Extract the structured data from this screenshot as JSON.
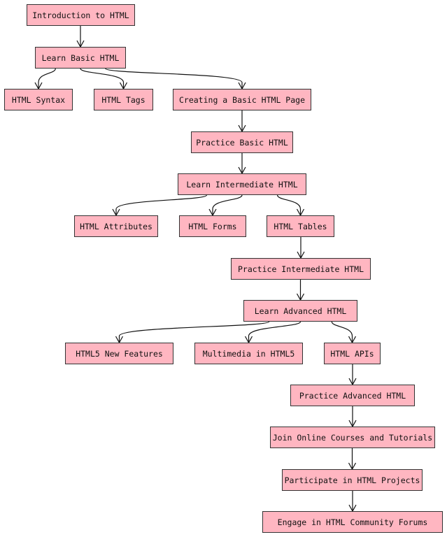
{
  "colors": {
    "node_fill": "#ffb6c1",
    "node_border": "#333333",
    "edge": "#111111",
    "text": "#111111"
  },
  "nodes": [
    {
      "id": "n1",
      "label": "Introduction to HTML"
    },
    {
      "id": "n2",
      "label": "Learn Basic HTML"
    },
    {
      "id": "n3",
      "label": "HTML Syntax"
    },
    {
      "id": "n4",
      "label": "HTML Tags"
    },
    {
      "id": "n5",
      "label": "Creating a Basic HTML Page"
    },
    {
      "id": "n6",
      "label": "Practice Basic HTML"
    },
    {
      "id": "n7",
      "label": "Learn Intermediate HTML"
    },
    {
      "id": "n8",
      "label": "HTML Attributes"
    },
    {
      "id": "n9",
      "label": "HTML Forms"
    },
    {
      "id": "n10",
      "label": "HTML Tables"
    },
    {
      "id": "n11",
      "label": "Practice Intermediate HTML"
    },
    {
      "id": "n12",
      "label": "Learn Advanced HTML"
    },
    {
      "id": "n13",
      "label": "HTML5 New Features"
    },
    {
      "id": "n14",
      "label": "Multimedia in HTML5"
    },
    {
      "id": "n15",
      "label": "HTML APIs"
    },
    {
      "id": "n16",
      "label": "Practice Advanced HTML"
    },
    {
      "id": "n17",
      "label": "Join Online Courses and Tutorials"
    },
    {
      "id": "n18",
      "label": "Participate in HTML Projects"
    },
    {
      "id": "n19",
      "label": "Engage in HTML Community Forums"
    }
  ],
  "edges": [
    {
      "from": "n1",
      "to": "n2"
    },
    {
      "from": "n2",
      "to": "n3"
    },
    {
      "from": "n2",
      "to": "n4"
    },
    {
      "from": "n2",
      "to": "n5"
    },
    {
      "from": "n5",
      "to": "n6"
    },
    {
      "from": "n6",
      "to": "n7"
    },
    {
      "from": "n7",
      "to": "n8"
    },
    {
      "from": "n7",
      "to": "n9"
    },
    {
      "from": "n7",
      "to": "n10"
    },
    {
      "from": "n10",
      "to": "n11"
    },
    {
      "from": "n11",
      "to": "n12"
    },
    {
      "from": "n12",
      "to": "n13"
    },
    {
      "from": "n12",
      "to": "n14"
    },
    {
      "from": "n12",
      "to": "n15"
    },
    {
      "from": "n15",
      "to": "n16"
    },
    {
      "from": "n16",
      "to": "n17"
    },
    {
      "from": "n17",
      "to": "n18"
    },
    {
      "from": "n18",
      "to": "n19"
    }
  ]
}
